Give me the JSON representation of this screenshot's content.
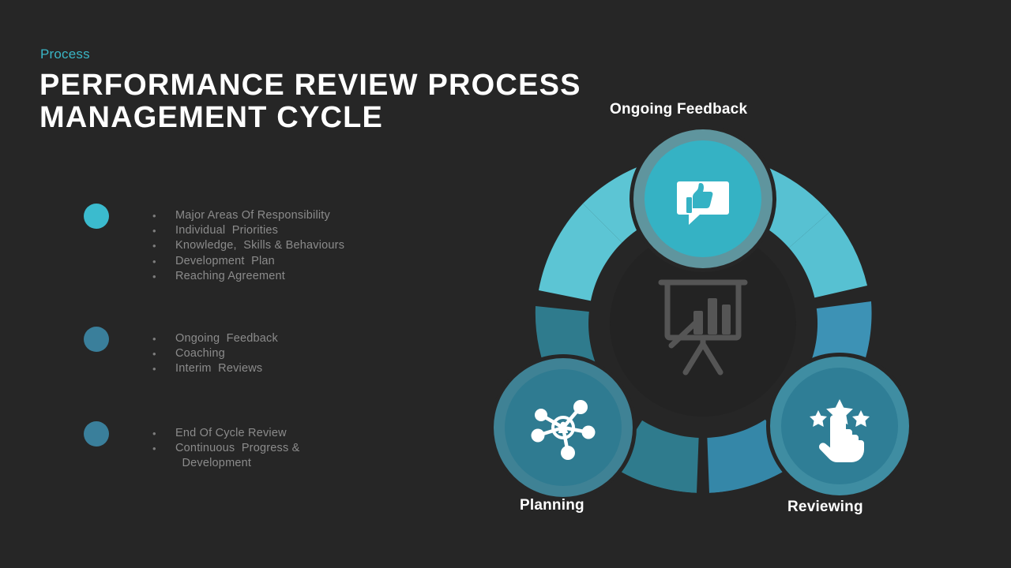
{
  "slide": {
    "background_color": "#262626",
    "eyebrow": "Process",
    "title": "PERFORMANCE REVIEW PROCESS MANAGEMENT CYCLE",
    "accent_color": "#3ab6c6"
  },
  "bullet_groups": [
    {
      "dot_color": "#3bbbce",
      "items": [
        "Major Areas Of Responsibility",
        "Individual  Priorities",
        "Knowledge,  Skills & Behaviours",
        "Development  Plan",
        "Reaching Agreement"
      ]
    },
    {
      "dot_color": "#3a7f9b",
      "items": [
        "Ongoing  Feedback",
        "Coaching",
        "Interim  Reviews"
      ]
    },
    {
      "dot_color": "#3a7f9b",
      "items": [
        "End Of Cycle Review",
        "Continuous  Progress &\n  Development"
      ]
    }
  ],
  "diagram": {
    "type": "cycle",
    "center_icon": "presentation-chart-board-icon",
    "center_icon_color": "#555555",
    "nodes": [
      {
        "label": "Ongoing Feedback",
        "icon": "thumbs-up-speech-bubble-icon",
        "fill_color": "#35b2c4",
        "ring_color": "#66a8b4"
      },
      {
        "label": "Planning",
        "icon": "network-hub-person-icon",
        "fill_color": "#2f7b91",
        "ring_color": "#3f8295"
      },
      {
        "label": "Reviewing",
        "icon": "hand-rating-stars-icon",
        "fill_color": "#2f7e96",
        "ring_color": "#3f8da2"
      }
    ],
    "ring_segments": [
      {
        "name": "top-left",
        "color": "#5cc5d4"
      },
      {
        "name": "top-right",
        "color": "#57c1d2"
      },
      {
        "name": "left",
        "color": "#2f7b8d"
      },
      {
        "name": "right-upper",
        "color": "#3d92b5"
      },
      {
        "name": "bottom-left",
        "color": "#2f7b8d"
      },
      {
        "name": "bottom-right",
        "color": "#3587a8"
      }
    ]
  }
}
